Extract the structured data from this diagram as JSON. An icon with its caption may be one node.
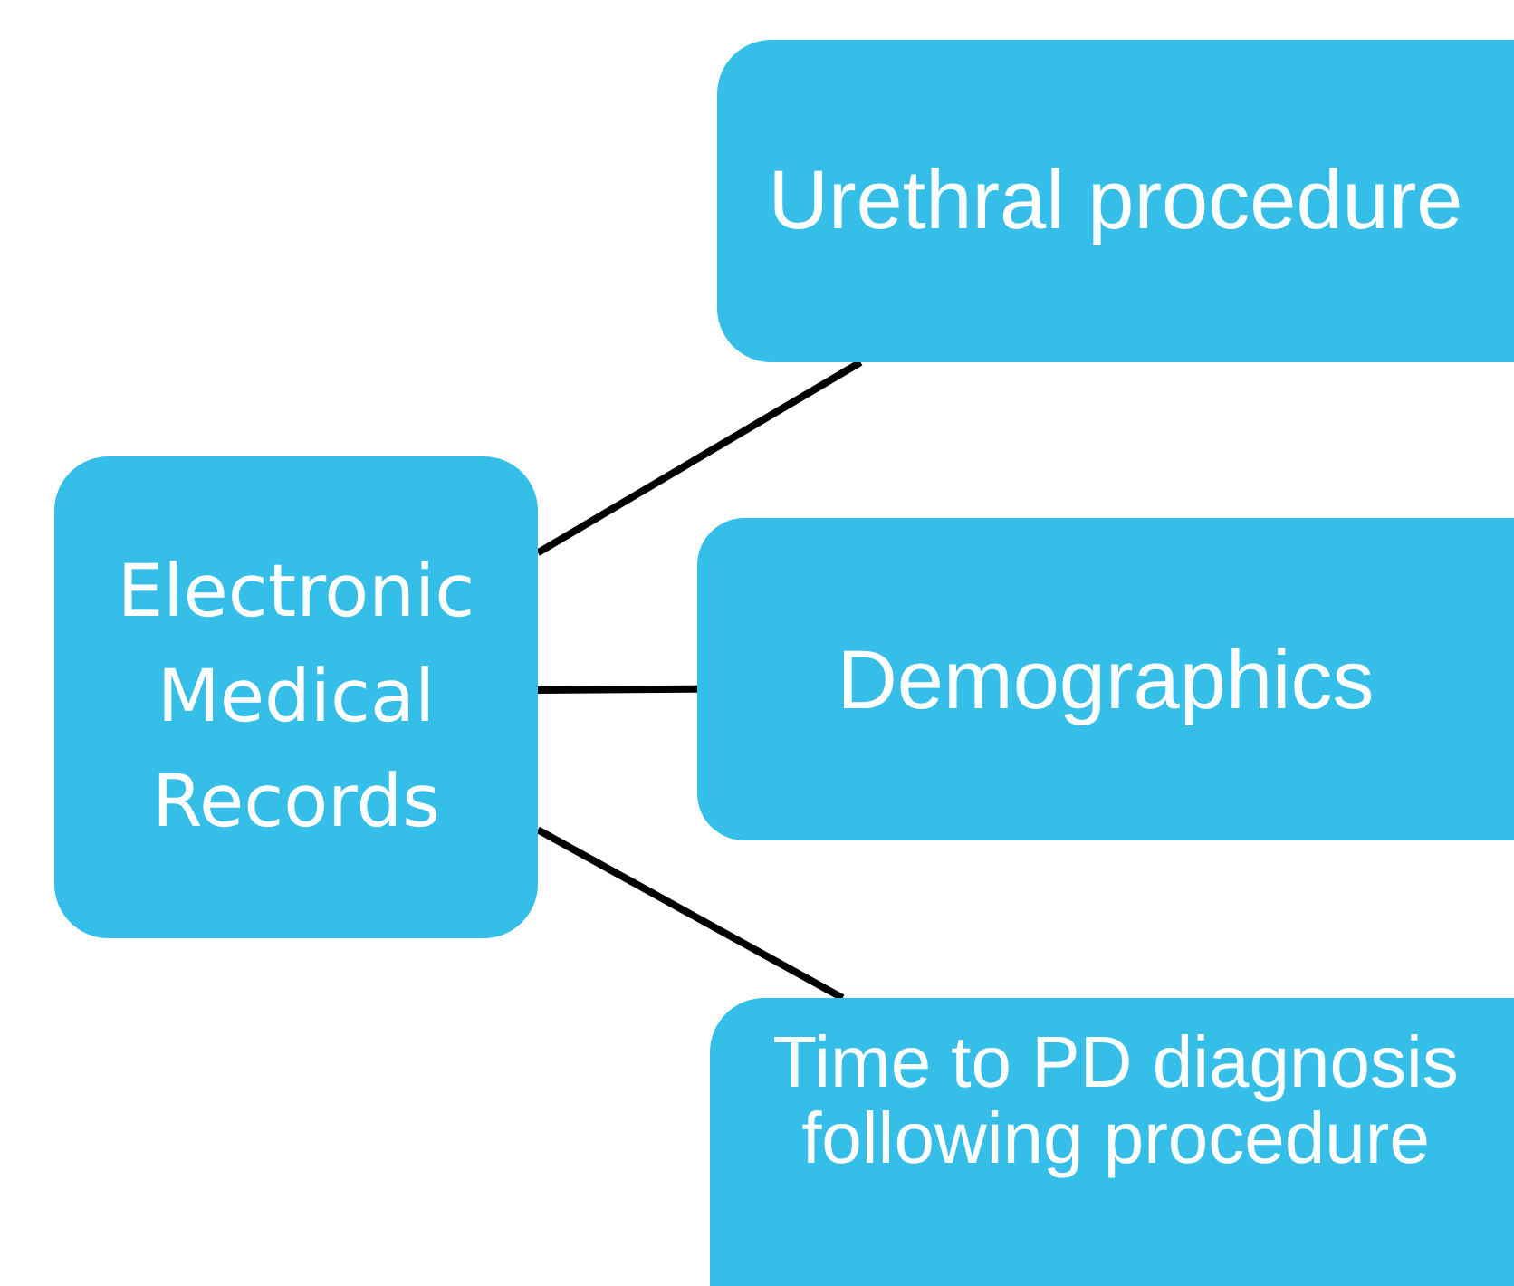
{
  "diagram": {
    "nodes": [
      {
        "text": [
          "Electronic Medical Records"
        ]
      },
      {
        "text": [
          "Urethral procedure"
        ]
      },
      {
        "text": [
          "Demographics"
        ]
      },
      {
        "text": [
          "Time to PD diagnosis following procedure"
        ]
      }
    ],
    "edges": [
      {
        "from": 0,
        "to": 1,
        "arrow": "none"
      },
      {
        "from": 0,
        "to": 2,
        "arrow": "none"
      },
      {
        "from": 0,
        "to": 3,
        "arrow": "none"
      }
    ]
  }
}
